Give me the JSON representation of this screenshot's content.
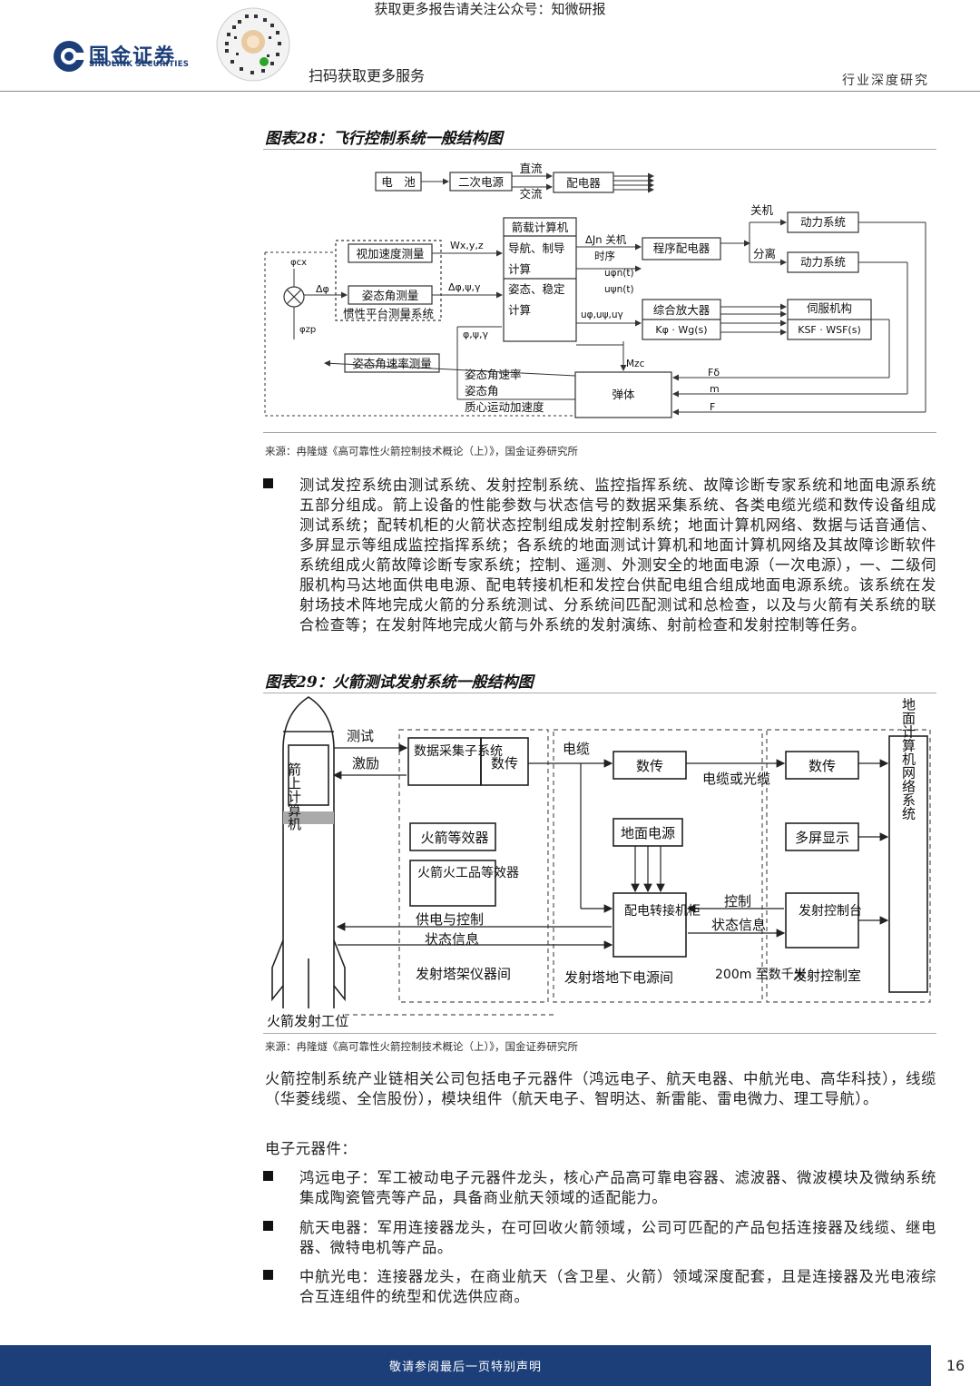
{
  "header": {
    "banner": "获取更多报告请关注公众号：知微研报",
    "logo_cn": "国金证券",
    "logo_en": "SINOLINK SECURITIES",
    "scan_text": "扫码获取更多服务",
    "section": "行业深度研究"
  },
  "figure28": {
    "title": "图表28：飞行控制系统一般结构图",
    "source": "来源：冉隆燧《高可靠性火箭控制技术概论（上）》，国金证券研究所",
    "labels": {
      "battery": "电　池",
      "secondary_power": "二次电源",
      "dc": "直流",
      "ac": "交流",
      "distributor": "配电器",
      "onboard_computer": "箭载计算机",
      "nav_guidance": "导航、制导",
      "compute1": "计算",
      "attitude_stable": "姿态、稳定",
      "compute2": "计算",
      "visual_speed": "视加速度测量",
      "attitude_angle": "姿态角测量",
      "inertial_platform": "惯性平台测量系统",
      "attitude_rate_meas": "姿态角速率测量",
      "w_xyz": "Wx,y,z",
      "dphi_psi_gamma": "Δφ,ψ,γ",
      "phi_psi_gamma": "φ,ψ,γ",
      "dphi": "Δφ",
      "phi_cx": "φcx",
      "phi_zp": "φzp",
      "djn_shutdown": "ΔJn 关机",
      "timing": "时序",
      "u_phi_n": "uφn(t)",
      "u_psi_n": "uψn(t)",
      "u_phi_psi_gamma": "uφ,uψ,uγ",
      "program_distributor": "程序配电器",
      "shutdown": "关机",
      "separation": "分离",
      "power_system1": "动力系统",
      "power_system2": "动力系统",
      "integrated_amp": "综合放大器",
      "k_wg": "Kφ · Wg(s)",
      "servo": "伺服机构",
      "ksf_wsf": "KSF · WSF(s)",
      "m_zc": "Mzc",
      "attitude_rate": "姿态角速率",
      "attitude": "姿态角",
      "cm_accel": "质心运动加速度",
      "elastic_body": "弹体",
      "f_delta": "Fδ",
      "m": "m",
      "f": "F"
    }
  },
  "paragraph1": "测试发控系统由测试系统、发射控制系统、监控指挥系统、故障诊断专家系统和地面电源系统五部分组成。箭上设备的性能参数与状态信号的数据采集系统、各类电缆光缆和数传设备组成测试系统；配转机柜的火箭状态控制组成发射控制系统；地面计算机网络、数据与话音通信、多屏显示等组成监控指挥系统；各系统的地面测试计算机和地面计算机网络及其故障诊断软件系统组成火箭故障诊断专家系统；控制、遥测、外测安全的地面电源（一次电源），一、二级伺服机构马达地面供电电源、配电转接机柜和发控台供配电组合组成地面电源系统。该系统在发射场技术阵地完成火箭的分系统测试、分系统间匹配测试和总检查，以及与火箭有关系统的联合检查等；在发射阵地完成火箭与外系统的发射演练、射前检查和发射控制等任务。",
  "figure29": {
    "title": "图表29：火箭测试发射系统一般结构图",
    "source": "来源：冉隆燧《高可靠性火箭控制技术概论（上）》，国金证券研究所",
    "labels": {
      "onboard_computer": "箭上计算机",
      "test": "测试",
      "excite": "激励",
      "data_acq": "数据采集子系统",
      "data_tx1": "数传",
      "cable": "电缆",
      "data_tx2": "数传",
      "cable_fiber": "电缆或光缆",
      "data_tx3": "数传",
      "ground_network": "地面计算机网络系统",
      "rocket_equiv": "火箭等效器",
      "pyro_equiv": "火箭火工品等效器",
      "ground_power": "地面电源",
      "multi_display": "多屏显示",
      "power_control": "供电与控制",
      "status_info1": "状态信息",
      "distribution_cabinet": "配电转接机柜",
      "control": "控制",
      "status_info2": "状态信息",
      "launch_console": "发射控制台",
      "tower_room": "发射塔架仪器间",
      "underground_room": "发射塔地下电源间",
      "distance": "200m 至数千米",
      "control_room": "发射控制室",
      "launch_pad": "火箭发射工位"
    }
  },
  "paragraph2": "火箭控制系统产业链相关公司包括电子元器件（鸿远电子、航天电器、中航光电、高华科技），线缆（华菱线缆、全信股份），模块组件（航天电子、智明达、新雷能、雷电微力、理工导航）。",
  "subheading": "电子元器件：",
  "bullets": [
    "鸿远电子：军工被动电子元器件龙头，核心产品高可靠电容器、滤波器、微波模块及微纳系统集成陶瓷管壳等产品，具备商业航天领域的适配能力。",
    "航天电器：军用连接器龙头，在可回收火箭领域，公司可匹配的产品包括连接器及线缆、继电器、微特电机等产品。",
    "中航光电：连接器龙头，在商业航天（含卫星、火箭）领域深度配套，且是连接器及光电液综合互连组件的统型和优选供应商。"
  ],
  "footer": {
    "notice": "敬请参阅最后一页特别声明",
    "page": "16"
  },
  "colors": {
    "brand_blue": "#1c3f7a"
  }
}
